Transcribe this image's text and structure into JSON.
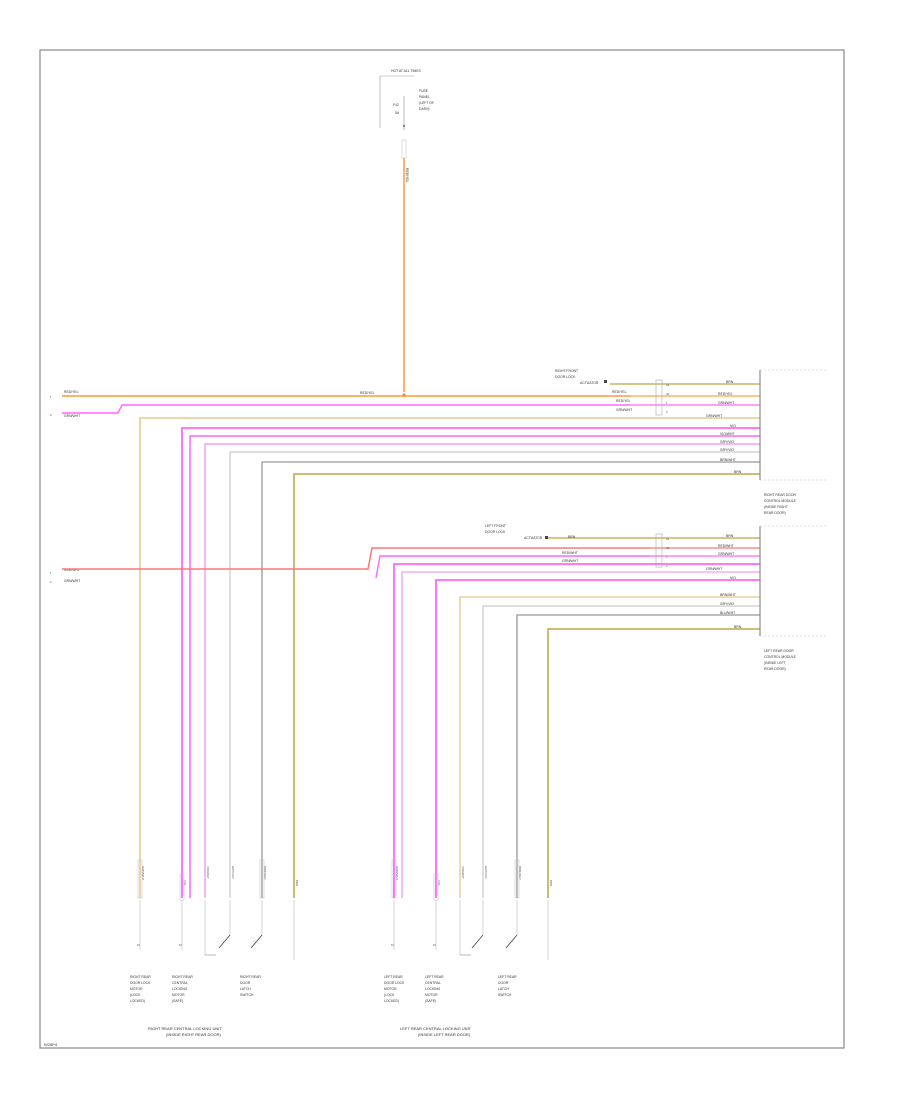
{
  "diagram": {
    "top_fuse": {
      "header": "HOT AT ALL TIMES",
      "lines": [
        "FUSE",
        "PANEL",
        "(LEFT OF",
        "DASH)",
        "F42",
        "5A"
      ]
    },
    "right_module": {
      "input_label_lines": [
        "RIGHT FRONT",
        "DOOR LOCK",
        "ACTUATOR"
      ],
      "caption_lines": [
        "RIGHT REAR DOOR",
        "CONTROL MODULE",
        "(INSIDE RIGHT",
        "REAR DOOR)"
      ],
      "left_wires": [
        "RED/YEL",
        "RED/YEL",
        "GRN/WHT"
      ],
      "right_wires": [
        "BRN",
        "RED/YEL",
        "GRN/WHT",
        "GRN/WHT",
        "VIO",
        "VIO/WHT",
        "GRY/VIO",
        "GRY/VIO",
        "BRN/WHT",
        "BRN"
      ],
      "inner_codes": [
        "31",
        "30",
        "1",
        "2"
      ]
    },
    "left_module": {
      "input_label_lines": [
        "LEFT FRONT",
        "DOOR LOCK",
        "ACTUATOR"
      ],
      "caption_lines": [
        "LEFT REAR DOOR",
        "CONTROL MODULE",
        "(INSIDE LEFT",
        "REAR DOOR)"
      ],
      "left_wires": [
        "BRN",
        "RED/WHT",
        "GRN/WHT"
      ],
      "right_wires": [
        "BRN",
        "RED/WHT",
        "GRN/WHT",
        "GRN/WHT",
        "VIO",
        "BRN/WHT",
        "GRY/VIO",
        "BLU/WHT",
        "BRN"
      ],
      "inner_codes": [
        "31",
        "30",
        "1",
        "2"
      ]
    },
    "left_connectors": [
      {
        "num": "1",
        "label": "RED/YEL"
      },
      {
        "num": "2",
        "label": "GRN/WHT"
      },
      {
        "num": "1",
        "label": "RED/WHT"
      },
      {
        "num": "2",
        "label": "GRN/WHT"
      }
    ],
    "trunk_wire_label": "RED/YEL",
    "vertical_wire_labels": [
      "GRN/WHT",
      "VIO",
      "VIO/WHT",
      "GRY/VIO",
      "BRN/WHT",
      "BRN"
    ],
    "component_labels": [
      [
        "RIGHT REAR",
        "DOOR LOCK",
        "MOTOR",
        "(LOCK",
        "LOCKED)"
      ],
      [
        "RIGHT REAR",
        "CENTRAL",
        "LOCKING",
        "MOTOR",
        "(SAFE)"
      ],
      [
        "RIGHT REAR",
        "DOOR",
        "LATCH",
        "SWITCH"
      ],
      [
        "LEFT REAR",
        "DOOR LOCK",
        "MOTOR",
        "(LOCK",
        "LOCKED)"
      ],
      [
        "LEFT REAR",
        "CENTRAL",
        "LOCKING",
        "MOTOR",
        "(SAFE)"
      ],
      [
        "LEFT REAR",
        "DOOR",
        "LATCH",
        "SWITCH"
      ]
    ],
    "assembly_captions": [
      [
        "RIGHT REAR CENTRAL LOCKING UNIT",
        "(INSIDE RIGHT REAR DOOR)"
      ],
      [
        "LEFT REAR CENTRAL LOCKING UNIT",
        "(INSIDE LEFT REAR DOOR)"
      ]
    ],
    "footer_code": "W28P4"
  },
  "colors": {
    "frame": "#777777",
    "orange": "#ffb26a",
    "magenta": "#ff66ff",
    "tan": "#e6d2a0",
    "olive": "#c8b464",
    "violet": "#f0a0f0",
    "gray": "#999999",
    "dark": "#444444",
    "red": "#ff7777",
    "lightgray": "#cccccc"
  }
}
